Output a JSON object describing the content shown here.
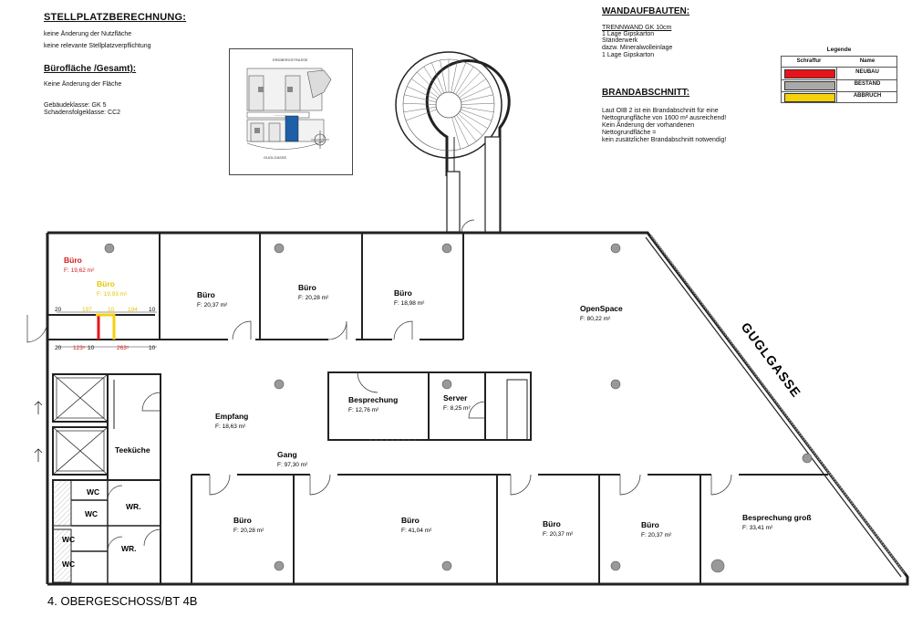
{
  "header_left": {
    "title": "STELLPLATZBERECHNUNG:",
    "lines": [
      "keine Änderung der Nutzfläche",
      "keine relevante Stellplatzverpflichtung"
    ],
    "buero_title": "Bürofläche /Gesamt):",
    "buero_line": "Keine Änderung der Fläche",
    "klasse_lines": [
      "Gebäudeklasse: GK 5",
      "Schadensfolgeklasse: CC2"
    ]
  },
  "header_right": {
    "wand_title": "WANDAUFBAUTEN:",
    "wand_sub": "TRENNWAND GK 10cm",
    "wand_lines": [
      "1 Lage Gipskarton",
      "Ständerwerk",
      "dazw. Mineralwolleinlage",
      "1 Lage Gipskarton"
    ],
    "brand_title": "BRANDABSCHNITT:",
    "brand_lines": [
      "Laut OIB 2 ist ein Brandabschnitt für eine",
      "Nettogrungfläche von 1600 m² ausreichend!",
      "Kein Änderung der vorhandenen",
      "Nettogrundfläche =",
      "kein zusätzlicher Brandabschnitt notwendig!"
    ]
  },
  "legend": {
    "title": "Legende",
    "col_schraffur": "Schraffur",
    "col_name": "Name",
    "rows": [
      {
        "name": "NEUBAU",
        "color": "#e8141b"
      },
      {
        "name": "BESTAND",
        "color": "#a9a9a9"
      },
      {
        "name": "ABBRUCH",
        "color": "#f5d20a"
      }
    ]
  },
  "keyplan": {
    "street_top": "ERDBERGSTRASSE",
    "street_bottom": "GUGLGASSE",
    "highlight_color": "#1f5fa8"
  },
  "street_label": "GUGLGASSE",
  "floor_label": "4. OBERGESCHOSS/BT 4B",
  "rooms": {
    "buero_neu": {
      "name": "Büro",
      "area": "F: 19,62 m²",
      "color": "#d61a1a"
    },
    "buero_alt": {
      "name": "Büro",
      "area": "F: 19,93 m²",
      "color": "#e6c800"
    },
    "buero2": {
      "name": "Büro",
      "area": "F: 20,37 m²"
    },
    "buero3": {
      "name": "Büro",
      "area": "F: 20,28 m²"
    },
    "buero4": {
      "name": "Büro",
      "area": "F: 18,98 m²"
    },
    "openspace": {
      "name": "OpenSpace",
      "area": "F: 80,22 m²"
    },
    "empfang": {
      "name": "Empfang",
      "area": "F: 18,63 m²"
    },
    "besprechung": {
      "name": "Besprechung",
      "area": "F: 12,76 m²"
    },
    "server": {
      "name": "Server",
      "area": "F: 8,25 m²"
    },
    "gang": {
      "name": "Gang",
      "area": "F: 97,30 m²"
    },
    "teekueche": {
      "name": "Teeküche"
    },
    "wc1": {
      "name": "WC"
    },
    "wc2": {
      "name": "WC"
    },
    "wc3": {
      "name": "WC"
    },
    "wc4": {
      "name": "WC"
    },
    "wr1": {
      "name": "WR."
    },
    "wr2": {
      "name": "WR."
    },
    "buero_s1": {
      "name": "Büro",
      "area": "F: 20,28 m²"
    },
    "buero_s2": {
      "name": "Büro",
      "area": "F: 41,04 m²"
    },
    "buero_s3": {
      "name": "Büro",
      "area": "F: 20,37 m²"
    },
    "buero_s4": {
      "name": "Büro",
      "area": "F: 20,37 m²"
    },
    "besprechung_gross": {
      "name": "Besprechung groß",
      "area": "F: 33,41 m²"
    }
  },
  "dimensions": {
    "upper": [
      "20",
      "197",
      "10",
      "194",
      "10"
    ],
    "lower": [
      "20",
      "123⁵",
      "10",
      "263⁵",
      "10"
    ],
    "upper_colors": [
      "#111111",
      "#e6c800",
      "#e6c800",
      "#e6c800",
      "#111111"
    ],
    "lower_colors": [
      "#111111",
      "#d61a1a",
      "#111111",
      "#d61a1a",
      "#111111"
    ]
  }
}
